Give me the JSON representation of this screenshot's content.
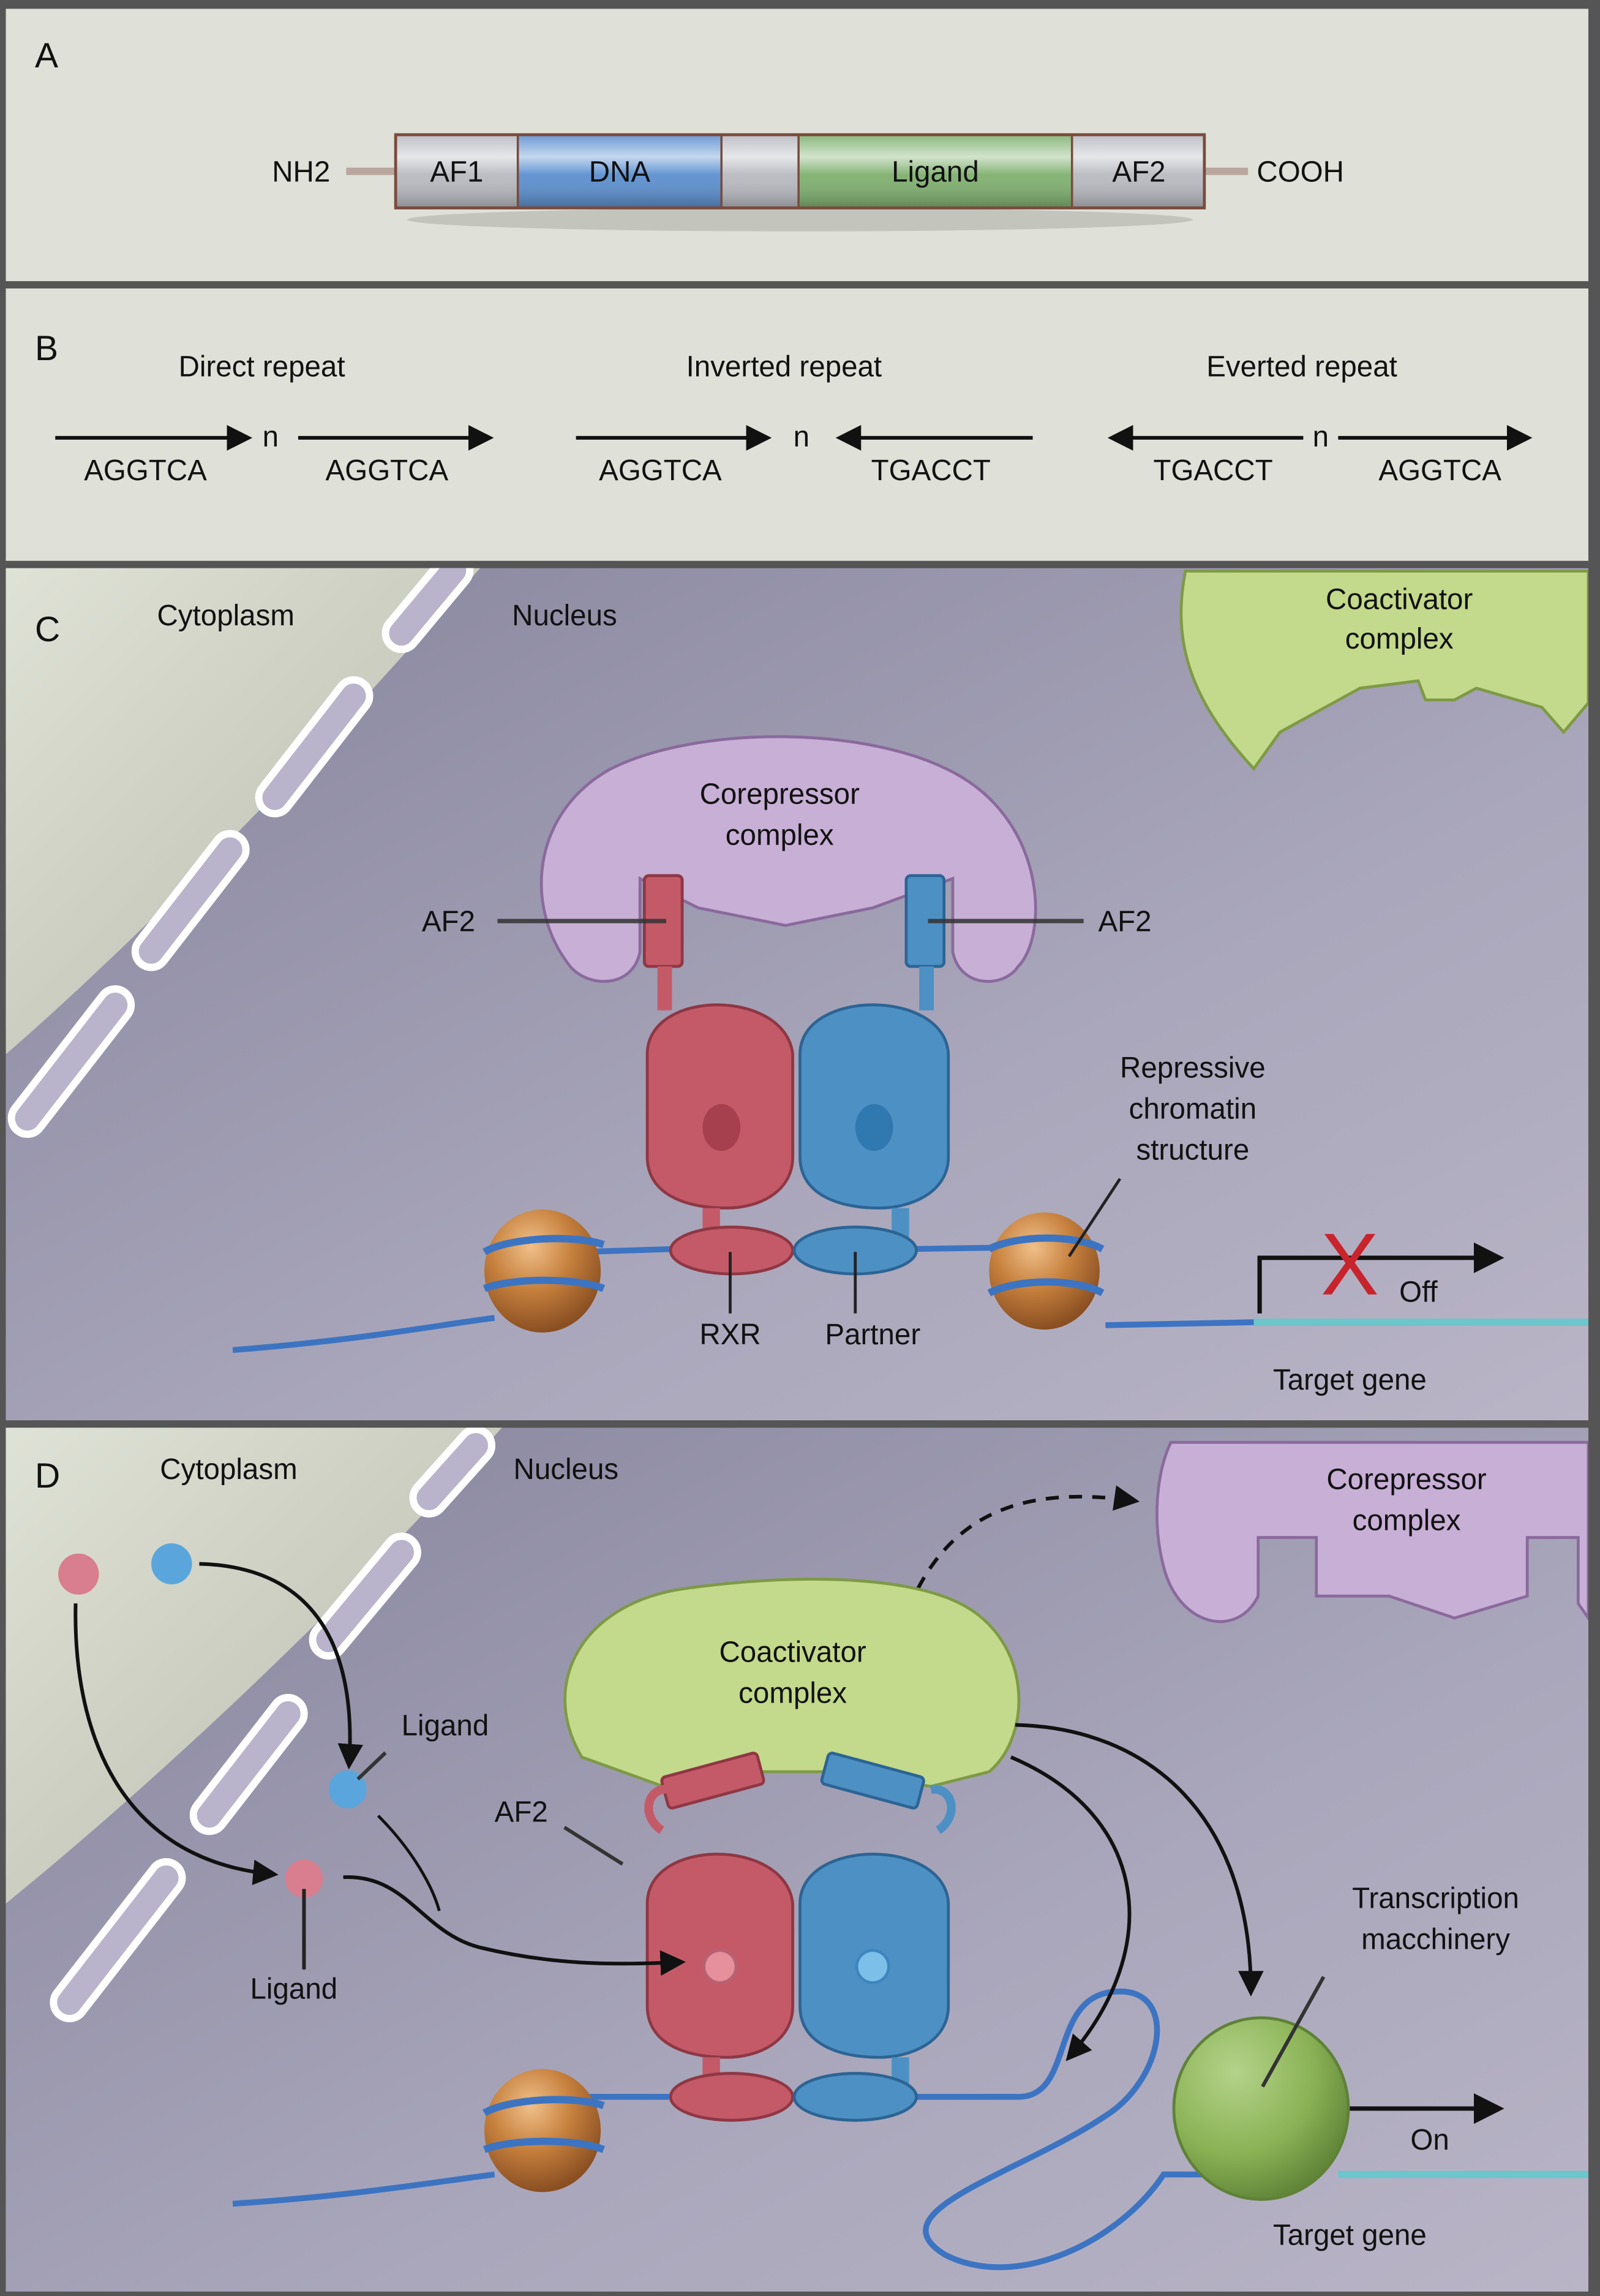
{
  "figure": {
    "colors": {
      "panel_bg": "#dfe0d7",
      "nucleus_bg": "#9a97ad",
      "cytoplasm_bg": "#c9cbbd",
      "rxr_red": "#c45a68",
      "partner_blue": "#4d90c4",
      "corepressor_purple": "#c8afd6",
      "coactivator_green": "#c3d98b",
      "histone_orange": "#c7813e",
      "dna_blue": "#3c74c2",
      "target_gene_cyan": "#6cc6cc",
      "off_x_red": "#c8242c",
      "transcription_green": "#8ab255"
    },
    "panelA": {
      "letter": "A",
      "n_terminus": "NH2",
      "c_terminus": "COOH",
      "domains": [
        {
          "label": "AF1",
          "color": "#b8bac0"
        },
        {
          "label": "DNA",
          "color": "#5b8fcf"
        },
        {
          "label": "",
          "color": "#b8bac0"
        },
        {
          "label": "Ligand",
          "color": "#7fb06f"
        },
        {
          "label": "AF2",
          "color": "#b8bac0"
        }
      ]
    },
    "panelB": {
      "letter": "B",
      "n_label": "n",
      "repeats": [
        {
          "title": "Direct repeat",
          "left_seq": "AGGTCA",
          "right_seq": "AGGTCA",
          "left_dir": "right",
          "right_dir": "right"
        },
        {
          "title": "Inverted repeat",
          "left_seq": "AGGTCA",
          "right_seq": "TGACCT",
          "left_dir": "right",
          "right_dir": "left"
        },
        {
          "title": "Everted repeat",
          "left_seq": "TGACCT",
          "right_seq": "AGGTCA",
          "left_dir": "left",
          "right_dir": "right"
        }
      ]
    },
    "panelC": {
      "letter": "C",
      "cytoplasm": "Cytoplasm",
      "nucleus": "Nucleus",
      "coactivator": [
        "Coactivator",
        "complex"
      ],
      "corepressor": [
        "Corepressor",
        "complex"
      ],
      "af2_left": "AF2",
      "af2_right": "AF2",
      "repressive": [
        "Repressive",
        "chromatin",
        "structure"
      ],
      "rxr": "RXR",
      "partner": "Partner",
      "status": "Off",
      "status_mark": "X",
      "target_gene": "Target gene"
    },
    "panelD": {
      "letter": "D",
      "cytoplasm": "Cytoplasm",
      "nucleus": "Nucleus",
      "corepressor": [
        "Corepressor",
        "complex"
      ],
      "coactivator": [
        "Coactivator",
        "complex"
      ],
      "ligand_upper": "Ligand",
      "ligand_lower": "Ligand",
      "af2": "AF2",
      "transcription": [
        "Transcription",
        "macchinery"
      ],
      "status": "On",
      "target_gene": "Target gene"
    }
  }
}
